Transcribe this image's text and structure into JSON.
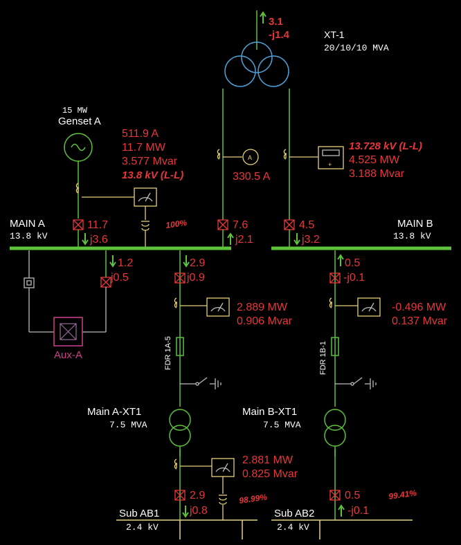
{
  "transformer_top": {
    "name": "XT-1",
    "rating": "20/10/10 MVA",
    "flow_p": "3.1",
    "flow_q": "-j1.4"
  },
  "genset": {
    "rating": "15 MW",
    "name": "Genset A",
    "current": "511.9 A",
    "mw": "11.7 MW",
    "mvar": "3.577 Mvar",
    "kv": "13.8 kV (L-L)"
  },
  "ammeter_reading": "330.5 A",
  "meter_b": {
    "kv": "13.728 kV (L-L)",
    "mw": "4.525 MW",
    "mvar": "3.188 Mvar"
  },
  "bus_a": {
    "name": "MAIN A",
    "kv": "13.8 kV",
    "percent": "100%",
    "gen_p": "11.7",
    "gen_q": "j3.6",
    "xt_p": "7.6",
    "xt_q": "j2.1"
  },
  "bus_b": {
    "name": "MAIN B",
    "kv": "13.8 kV",
    "in_p": "4.5",
    "in_q": "j3.2"
  },
  "aux": {
    "label": "Aux-A",
    "p": "1.2",
    "q": "j0.5"
  },
  "feeder_a": {
    "p": "2.9",
    "q": "j0.9",
    "mw": "2.889 MW",
    "mvar": "0.906 Mvar",
    "cable": "FDR 1A-5"
  },
  "feeder_b": {
    "p": "0.5",
    "q": "-j0.1",
    "mw": "-0.496 MW",
    "mvar": "0.137 Mvar",
    "cable": "FDR 1B-1"
  },
  "xfmr_a": {
    "name": "Main A-XT1",
    "rating": "7.5 MVA",
    "mw": "2.881 MW",
    "mvar": "0.825 Mvar"
  },
  "xfmr_b": {
    "name": "Main B-XT1",
    "rating": "7.5 MVA"
  },
  "sub_ab1": {
    "name": "Sub AB1",
    "kv": "2.4 kV",
    "p": "2.9",
    "q": "j0.8",
    "percent": "98.99%"
  },
  "sub_ab2": {
    "name": "Sub AB2",
    "kv": "2.4 kV",
    "p": "0.5",
    "q": "-j0.1",
    "percent": "99.41%"
  },
  "colors": {
    "bus": "#5ec23a",
    "value": "#e8373a",
    "instrument": "#e7d27a",
    "transformer_primary": "#4ea0d6",
    "aux_load": "#d0408a"
  },
  "icons": [
    "generator-icon",
    "transformer-icon",
    "breaker-icon",
    "meter-icon",
    "ammeter-icon",
    "ground-switch-icon",
    "current-transformer-icon",
    "flow-arrow-icon"
  ]
}
